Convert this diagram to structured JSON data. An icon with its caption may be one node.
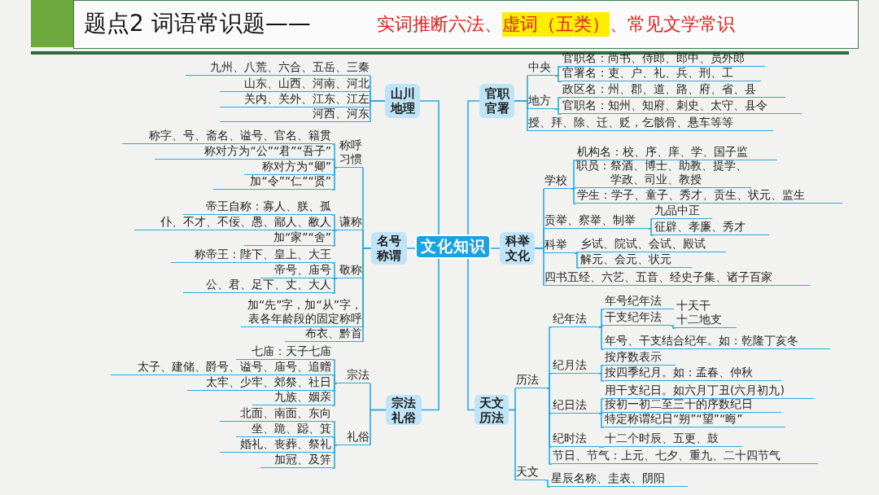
{
  "diagram": {
    "title": "题点2 词语常识题——",
    "labels": [
      "实词推断六法、",
      "虚词（五类）",
      "、常见文学常识"
    ],
    "nodes": [
      {
        "text": [
          "文化知识"
        ]
      },
      {
        "text": [
          "山川地理"
        ]
      },
      {
        "text": [
          "九州、八荒、六合、五岳、三秦"
        ]
      },
      {
        "text": [
          "山东、山西、河南、河北"
        ]
      },
      {
        "text": [
          "关内、关外、江东、江左"
        ]
      },
      {
        "text": [
          "河西、河东"
        ]
      },
      {
        "text": [
          "名号称谓"
        ]
      },
      {
        "text": [
          "称呼习惯"
        ]
      },
      {
        "text": [
          "称字、号、斋名、谥号、官名、籍贯"
        ]
      },
      {
        "text": [
          "称对方为“公”“君”“吾子”"
        ]
      },
      {
        "text": [
          "称对方为“卿”"
        ]
      },
      {
        "text": [
          "加“令”“仁”“贤”"
        ]
      },
      {
        "text": [
          "谦称"
        ]
      },
      {
        "text": [
          "帝王自称：寡人、朕、孤"
        ]
      },
      {
        "text": [
          "仆、不才、不佞、愚、鄙人、敝人"
        ]
      },
      {
        "text": [
          "加“家”“舍”"
        ]
      },
      {
        "text": [
          "敬称"
        ]
      },
      {
        "text": [
          "称帝王：陛下、皇上、大王"
        ]
      },
      {
        "text": [
          "帝号、庙号"
        ]
      },
      {
        "text": [
          "公、君、足下、丈、大人"
        ]
      },
      {
        "text": [
          "加“先”字，加“从”字，表各年龄段的固定称呼"
        ]
      },
      {
        "text": [
          "布衣、黔首"
        ]
      },
      {
        "text": [
          "宗法礼俗"
        ]
      },
      {
        "text": [
          "宗法"
        ]
      },
      {
        "text": [
          "七庙：天子七庙"
        ]
      },
      {
        "text": [
          "太子、建储、爵号、谥号、庙号、追赠"
        ]
      },
      {
        "text": [
          "太牢、少牢、郊祭、社日"
        ]
      },
      {
        "text": [
          "九族、姻亲"
        ]
      },
      {
        "text": [
          "礼俗"
        ]
      },
      {
        "text": [
          "北面、南面、东向"
        ]
      },
      {
        "text": [
          "坐、跪、跽、箕"
        ]
      },
      {
        "text": [
          "婚礼、丧葬、祭礼"
        ]
      },
      {
        "text": [
          "加冠、及笄"
        ]
      },
      {
        "text": [
          "官职官署"
        ]
      },
      {
        "text": [
          "中央"
        ]
      },
      {
        "text": [
          "官职名：尚书、侍郎、郎中、员外郎"
        ]
      },
      {
        "text": [
          "官署名：吏、户、礼、兵、刑、工"
        ]
      },
      {
        "text": [
          "地方"
        ]
      },
      {
        "text": [
          "政区名：州、郡、道、路、府、省、县"
        ]
      },
      {
        "text": [
          "官职名：知州、知府、刺史、太守、县令"
        ]
      },
      {
        "text": [
          "授、拜、除、迁、贬，乞骸骨、悬车等等"
        ]
      },
      {
        "text": [
          "科举文化"
        ]
      },
      {
        "text": [
          "学校"
        ]
      },
      {
        "text": [
          "机构名：校、序、庠、学、国子监"
        ]
      },
      {
        "text": [
          "职员：祭酒、博士、助教、提学、学政、司业、教授"
        ]
      },
      {
        "text": [
          "学生：学子、童子、秀才、贡生、状元、监生"
        ]
      },
      {
        "text": [
          "贡举、察举、制举"
        ]
      },
      {
        "text": [
          "九品中正"
        ]
      },
      {
        "text": [
          "征辟、孝廉、秀才"
        ]
      },
      {
        "text": [
          "科举"
        ]
      },
      {
        "text": [
          "乡试、院试、会试、殿试"
        ]
      },
      {
        "text": [
          "解元、会元、状元"
        ]
      },
      {
        "text": [
          "四书五经、六艺、五音、经史子集、诸子百家"
        ]
      },
      {
        "text": [
          "天文历法"
        ]
      },
      {
        "text": [
          "历法"
        ]
      },
      {
        "text": [
          "纪年法"
        ]
      },
      {
        "text": [
          "年号纪年法"
        ]
      },
      {
        "text": [
          "干支纪年法"
        ]
      },
      {
        "text": [
          "十天干",
          "十二地支"
        ]
      },
      {
        "text": [
          "年号、干支结合纪年。如：乾隆丁亥冬"
        ]
      },
      {
        "text": [
          "纪月法"
        ]
      },
      {
        "text": [
          "按序数表示"
        ]
      },
      {
        "text": [
          "按四季纪月。如：孟春、仲秋"
        ]
      },
      {
        "text": [
          "纪日法"
        ]
      },
      {
        "text": [
          "用干支纪日。如六月丁丑(六月初九)"
        ]
      },
      {
        "text": [
          "按初一初二至三十的序数纪日"
        ]
      },
      {
        "text": [
          "特定称谓纪日“朔”“望”“晦”"
        ]
      },
      {
        "text": [
          "纪时法"
        ]
      },
      {
        "text": [
          "十二个时辰、五更、鼓"
        ]
      },
      {
        "text": [
          "节日、节气：上元、七夕、重九、二十四节气"
        ]
      },
      {
        "text": [
          "天文"
        ]
      },
      {
        "text": [
          "星辰名称、圭表、阴阳"
        ]
      }
    ],
    "edges": [
      {
        "from": 0,
        "to": 1,
        "arrow": "none"
      },
      {
        "from": 0,
        "to": 6,
        "arrow": "none"
      },
      {
        "from": 0,
        "to": 22,
        "arrow": "none"
      },
      {
        "from": 0,
        "to": 33,
        "arrow": "none"
      },
      {
        "from": 0,
        "to": 41,
        "arrow": "none"
      },
      {
        "from": 0,
        "to": 53,
        "arrow": "none"
      },
      {
        "from": 1,
        "to": 2,
        "arrow": "none"
      },
      {
        "from": 1,
        "to": 3,
        "arrow": "none"
      },
      {
        "from": 1,
        "to": 4,
        "arrow": "none"
      },
      {
        "from": 1,
        "to": 5,
        "arrow": "none"
      },
      {
        "from": 6,
        "to": 7,
        "arrow": "none"
      },
      {
        "from": 6,
        "to": 12,
        "arrow": "none"
      },
      {
        "from": 6,
        "to": 16,
        "arrow": "none"
      },
      {
        "from": 6,
        "to": 20,
        "arrow": "none"
      },
      {
        "from": 6,
        "to": 21,
        "arrow": "none"
      },
      {
        "from": 7,
        "to": 8,
        "arrow": "none"
      },
      {
        "from": 7,
        "to": 9,
        "arrow": "none"
      },
      {
        "from": 7,
        "to": 10,
        "arrow": "none"
      },
      {
        "from": 7,
        "to": 11,
        "arrow": "none"
      },
      {
        "from": 12,
        "to": 13,
        "arrow": "none"
      },
      {
        "from": 12,
        "to": 14,
        "arrow": "none"
      },
      {
        "from": 12,
        "to": 15,
        "arrow": "none"
      },
      {
        "from": 16,
        "to": 17,
        "arrow": "none"
      },
      {
        "from": 16,
        "to": 18,
        "arrow": "none"
      },
      {
        "from": 16,
        "to": 19,
        "arrow": "none"
      },
      {
        "from": 22,
        "to": 23,
        "arrow": "none"
      },
      {
        "from": 22,
        "to": 28,
        "arrow": "none"
      },
      {
        "from": 23,
        "to": 24,
        "arrow": "none"
      },
      {
        "from": 23,
        "to": 25,
        "arrow": "none"
      },
      {
        "from": 23,
        "to": 26,
        "arrow": "none"
      },
      {
        "from": 23,
        "to": 27,
        "arrow": "none"
      },
      {
        "from": 28,
        "to": 29,
        "arrow": "none"
      },
      {
        "from": 28,
        "to": 30,
        "arrow": "none"
      },
      {
        "from": 28,
        "to": 31,
        "arrow": "none"
      },
      {
        "from": 28,
        "to": 32,
        "arrow": "none"
      },
      {
        "from": 33,
        "to": 34,
        "arrow": "none"
      },
      {
        "from": 33,
        "to": 37,
        "arrow": "none"
      },
      {
        "from": 33,
        "to": 40,
        "arrow": "none"
      },
      {
        "from": 34,
        "to": 35,
        "arrow": "none"
      },
      {
        "from": 34,
        "to": 36,
        "arrow": "none"
      },
      {
        "from": 37,
        "to": 38,
        "arrow": "none"
      },
      {
        "from": 37,
        "to": 39,
        "arrow": "none"
      },
      {
        "from": 41,
        "to": 42,
        "arrow": "none"
      },
      {
        "from": 41,
        "to": 46,
        "arrow": "none"
      },
      {
        "from": 41,
        "to": 49,
        "arrow": "none"
      },
      {
        "from": 41,
        "to": 52,
        "arrow": "none"
      },
      {
        "from": 42,
        "to": 43,
        "arrow": "none"
      },
      {
        "from": 42,
        "to": 44,
        "arrow": "none"
      },
      {
        "from": 42,
        "to": 45,
        "arrow": "none"
      },
      {
        "from": 46,
        "to": 47,
        "arrow": "none"
      },
      {
        "from": 46,
        "to": 48,
        "arrow": "none"
      },
      {
        "from": 49,
        "to": 50,
        "arrow": "none"
      },
      {
        "from": 49,
        "to": 51,
        "arrow": "none"
      },
      {
        "from": 53,
        "to": 54,
        "arrow": "none"
      },
      {
        "from": 53,
        "to": 70,
        "arrow": "none"
      },
      {
        "from": 54,
        "to": 55,
        "arrow": "none"
      },
      {
        "from": 54,
        "to": 60,
        "arrow": "none"
      },
      {
        "from": 54,
        "to": 63,
        "arrow": "none"
      },
      {
        "from": 54,
        "to": 67,
        "arrow": "none"
      },
      {
        "from": 54,
        "to": 69,
        "arrow": "none"
      },
      {
        "from": 55,
        "to": 56,
        "arrow": "none"
      },
      {
        "from": 55,
        "to": 57,
        "arrow": "none"
      },
      {
        "from": 55,
        "to": 59,
        "arrow": "none"
      },
      {
        "from": 57,
        "to": 58,
        "arrow": "none"
      },
      {
        "from": 60,
        "to": 61,
        "arrow": "none"
      },
      {
        "from": 60,
        "to": 62,
        "arrow": "none"
      },
      {
        "from": 63,
        "to": 64,
        "arrow": "none"
      },
      {
        "from": 63,
        "to": 65,
        "arrow": "none"
      },
      {
        "from": 63,
        "to": 66,
        "arrow": "none"
      },
      {
        "from": 67,
        "to": 68,
        "arrow": "none"
      },
      {
        "from": 70,
        "to": 71,
        "arrow": "none"
      }
    ]
  }
}
